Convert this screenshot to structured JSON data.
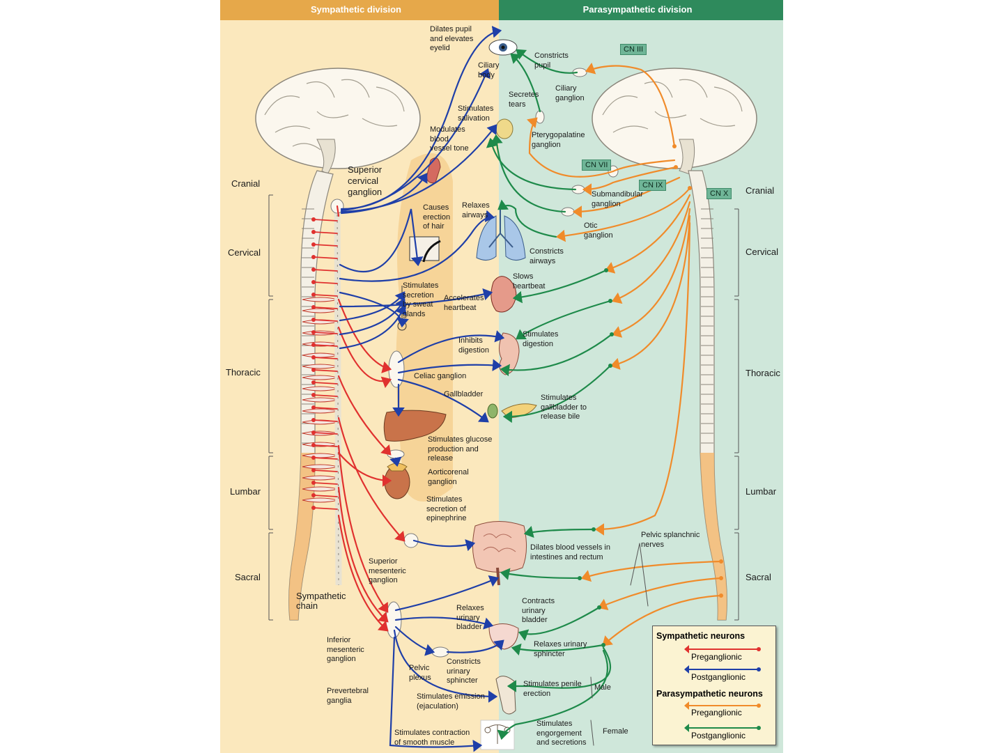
{
  "headers": {
    "sympathetic": "Sympathetic division",
    "parasympathetic": "Parasympathetic division"
  },
  "colors": {
    "sym_bg": "#fbe8bd",
    "para_bg": "#cfe7da",
    "sym_header": "#e6a84a",
    "para_header": "#2e8a5c",
    "sym_pre": "#e0312f",
    "sym_post": "#1f3fa8",
    "para_pre": "#f08b2a",
    "para_post": "#1e8a4a"
  },
  "regions": {
    "cranial": "Cranial",
    "cervical": "Cervical",
    "thoracic": "Thoracic",
    "lumbar": "Lumbar",
    "sacral": "Sacral"
  },
  "cranial_nerves": {
    "cn3": "CN III",
    "cn7": "CN VII",
    "cn9": "CN IX",
    "cn10": "CN X"
  },
  "sympathetic_labels": {
    "superior_cervical_ganglion": "Superior\ncervical\nganglion",
    "dilates_pupil": "Dilates pupil\nand elevates\neyelid",
    "ciliary_body": "Ciliary\nbody",
    "stimulates_salivation": "Stimulates\nsalivation",
    "modulates_vessel": "Modulates\nblood\nvessel tone",
    "erection_hair": "Causes\nerection\nof hair",
    "relaxes_airways": "Relaxes\nairways",
    "sweat_glands": "Stimulates\nsecretion\nby sweat\nglands",
    "accelerates_heartbeat": "Accelerates\nheartbeat",
    "inhibits_digestion": "Inhibits\ndigestion",
    "celiac_ganglion": "Celiac ganglion",
    "gallbladder": "Gallbladder",
    "glucose": "Stimulates glucose\nproduction and\nrelease",
    "aorticorenal": "Aorticorenal\nganglion",
    "epinephrine": "Stimulates\nsecretion of\nepinephrine",
    "superior_mesenteric": "Superior\nmesenteric\nganglion",
    "sympathetic_chain": "Sympathetic\nchain",
    "inferior_mesenteric": "Inferior\nmesenteric\nganglion",
    "prevertebral": "Prevertebral\nganglia",
    "pelvic_plexus": "Pelvic\nplexus",
    "relaxes_bladder": "Relaxes\nurinary\nbladder",
    "constricts_sphincter": "Constricts\nurinary\nsphincter",
    "emission": "Stimulates emission\n(ejaculation)",
    "smooth_muscle": "Stimulates contraction\nof smooth muscle"
  },
  "parasympathetic_labels": {
    "constricts_pupil": "Constricts\npupil",
    "ciliary_ganglion": "Ciliary\nganglion",
    "secretes_tears": "Secretes\ntears",
    "pterygopalatine": "Pterygopalatine\nganglion",
    "submandibular": "Submandibular\nganglion",
    "otic": "Otic\nganglion",
    "constricts_airways": "Constricts\nairways",
    "slows_heartbeat": "Slows\nheartbeat",
    "stimulates_digestion": "Stimulates\ndigestion",
    "gallbladder_bile": "Stimulates\ngallbladder to\nrelease bile",
    "dilates_vessels": "Dilates blood vessels in\nintestines and rectum",
    "pelvic_splanchnic": "Pelvic splanchnic\nnerves",
    "contracts_bladder": "Contracts\nurinary\nbladder",
    "relaxes_sphincter": "Relaxes urinary\nsphincter",
    "penile_erection": "Stimulates penile\nerection",
    "male": "Male",
    "engorgement": "Stimulates\nengorgement\nand secretions",
    "female": "Female"
  },
  "legend": {
    "sym_title": "Sympathetic neurons",
    "sym_pre": "Preganglionic",
    "sym_post": "Postganglionic",
    "para_title": "Parasympathetic neurons",
    "para_pre": "Preganglionic",
    "para_post": "Postganglionic"
  }
}
